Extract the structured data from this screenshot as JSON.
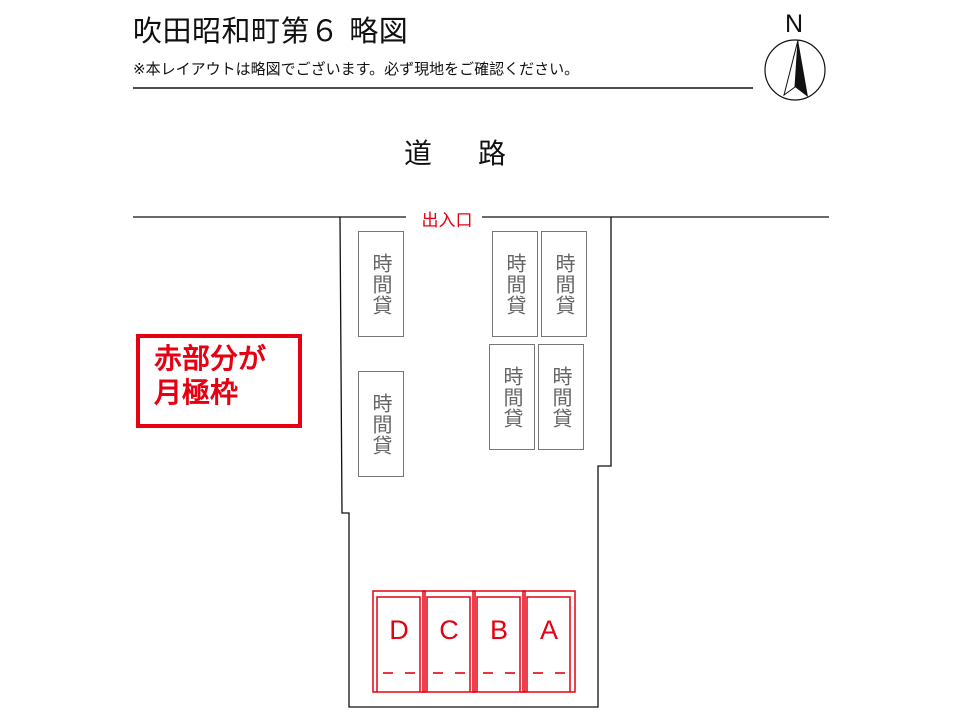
{
  "header": {
    "title": "吹田昭和町第６ 略図",
    "note": "※本レイアウトは略図でございます。必ず現地をご確認ください。"
  },
  "compass": {
    "label": "N",
    "icon": "north-arrow-icon"
  },
  "road": {
    "label": "道路"
  },
  "entrance": {
    "label": "出入口"
  },
  "legend": {
    "text": "赤部分が\n月極枠",
    "color": "#e60012"
  },
  "hourly_spaces": [
    {
      "label": "時間貸"
    },
    {
      "label": "時間貸"
    },
    {
      "label": "時間貸"
    },
    {
      "label": "時間貸"
    },
    {
      "label": "時間貸"
    },
    {
      "label": "時間貸"
    }
  ],
  "monthly_spaces": [
    {
      "label": "D"
    },
    {
      "label": "C"
    },
    {
      "label": "B"
    },
    {
      "label": "A"
    }
  ],
  "colors": {
    "monthly": "#e60012",
    "hourly": "#777777",
    "lines": "#111111"
  }
}
